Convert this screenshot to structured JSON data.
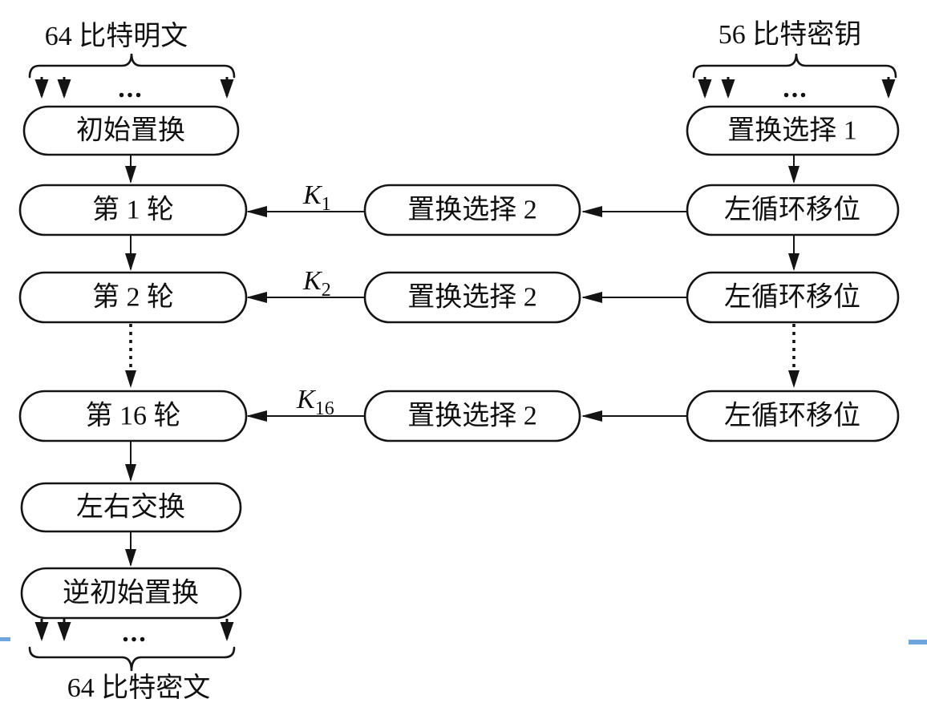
{
  "diagram": {
    "labels": {
      "plaintext": "64 比特明文",
      "key": "56 比特密钥",
      "ciphertext": "64 比特密文",
      "ellipsis": "..."
    },
    "nodes": {
      "initial_permutation": "初始置换",
      "round1": "第 1 轮",
      "round2": "第 2 轮",
      "round16": "第 16 轮",
      "swap_halves": "左右交换",
      "inverse_initial_permutation": "逆初始置换",
      "permuted_choice_1": "置换选择 1",
      "permuted_choice_2": "置换选择 2",
      "left_circular_shift": "左循环移位"
    },
    "k_labels": [
      {
        "base": "K",
        "sub": "1"
      },
      {
        "base": "K",
        "sub": "2"
      },
      {
        "base": "K",
        "sub": "16"
      }
    ],
    "colors": {
      "line": "#141414",
      "accent_dash": "#6CA6DD",
      "background": "#ffffff"
    }
  }
}
